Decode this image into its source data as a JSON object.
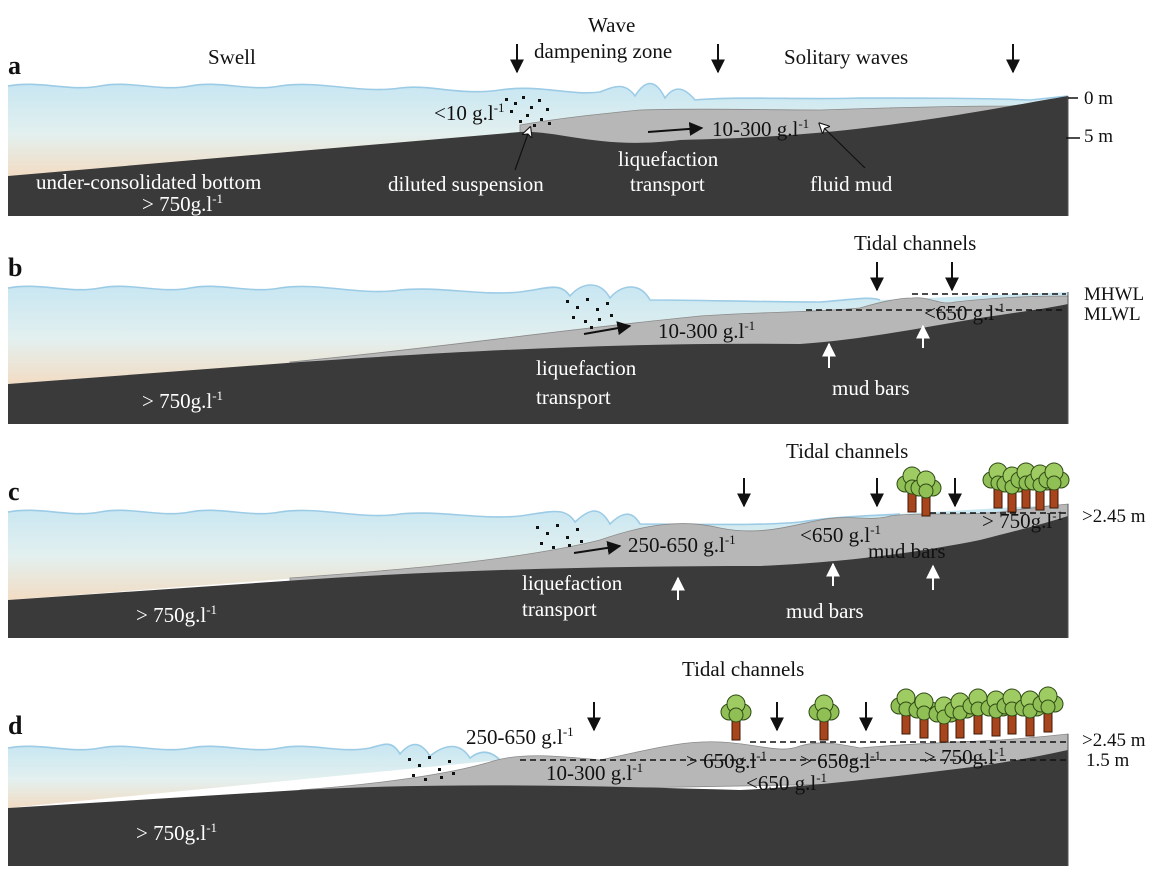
{
  "colors": {
    "water_top": "#cde9f3",
    "water_mid": "#e6f1f0",
    "water_warm": "#f3ddc6",
    "wave_line": "#9ccbe6",
    "sediment": "#b7b7b7",
    "bottom": "#3a3a3a",
    "tree_crown": "#8fbf55",
    "tree_trunk": "#a8451d"
  },
  "panels": [
    {
      "letter": "a",
      "zone_labels": [
        "Swell",
        "Wave",
        "dampening zone",
        "Solitary waves"
      ],
      "depth_labels": [
        "0 m",
        "5 m"
      ],
      "concentrations": [
        "<10 g.l",
        "-1",
        "10-300 g.l",
        "-1",
        "> 750g.l",
        "-1"
      ],
      "annotations": [
        "under-consolidated bottom",
        "diluted suspension",
        "liquefaction",
        "transport",
        "fluid mud"
      ]
    },
    {
      "letter": "b",
      "title": "Tidal channels",
      "level_labels": [
        "MHWL",
        "MLWL"
      ],
      "concentrations": [
        "10-300 g.l",
        "-1",
        "<650 g.l",
        "-1",
        "> 750g.l",
        "-1"
      ],
      "annotations": [
        "liquefaction",
        "transport",
        "mud bars"
      ]
    },
    {
      "letter": "c",
      "title": "Tidal channels",
      "level_labels": [
        ">2.45 m"
      ],
      "concentrations": [
        "250-650 g.l",
        "-1",
        "<650 g.l",
        "-1",
        "> 750g.l",
        "-1",
        "> 750g.l",
        "-1"
      ],
      "annotations": [
        "liquefaction",
        "transport",
        "mud bars",
        "mud bars"
      ]
    },
    {
      "letter": "d",
      "title": "Tidal channels",
      "level_labels": [
        ">2.45 m",
        "1.5 m"
      ],
      "concentrations": [
        "250-650 g.l",
        "-1",
        "10-300 g.l",
        "-1",
        "> 650g.l",
        "-1",
        "> 650g.l",
        "-1",
        "> 750g.l",
        "-1",
        "<650 g.l",
        "-1",
        "> 750g.l",
        "-1"
      ]
    }
  ]
}
